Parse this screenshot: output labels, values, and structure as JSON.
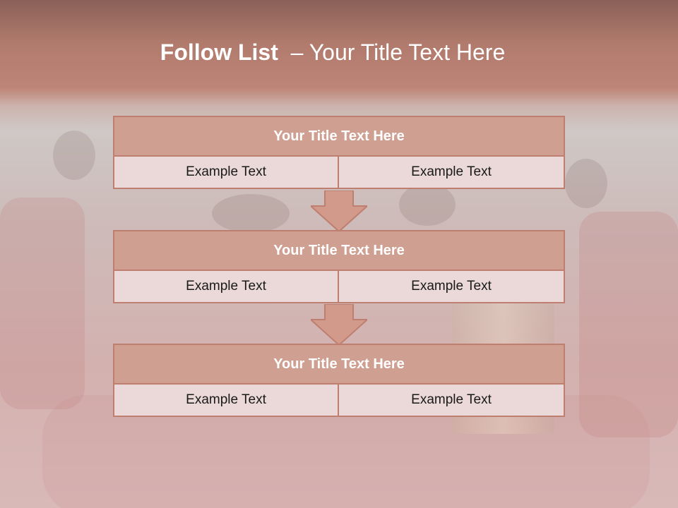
{
  "slide": {
    "title_bold": "Follow List",
    "title_rest": "  – Your Title Text Here"
  },
  "steps": [
    {
      "header": "Your Title Text Here",
      "left": "Example Text",
      "right": "Example Text"
    },
    {
      "header": "Your Title Text Here",
      "left": "Example Text",
      "right": "Example Text"
    },
    {
      "header": "Your Title Text Here",
      "left": "Example Text",
      "right": "Example Text"
    }
  ],
  "colors": {
    "header_fill": "#cf9f91",
    "cell_fill": "#ead9d8",
    "border": "#bf7f70",
    "arrow_fill": "#d29a8b"
  }
}
